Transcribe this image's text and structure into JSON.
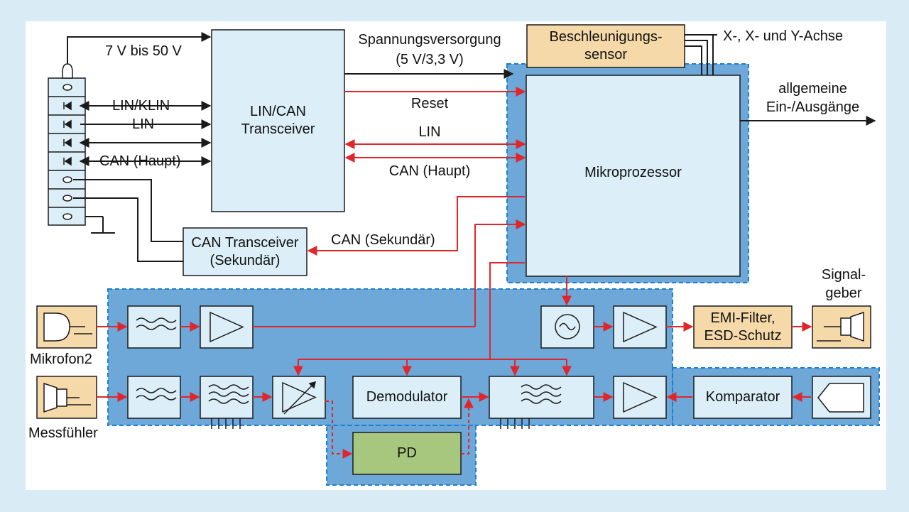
{
  "colors": {
    "background": "#d9ecf5",
    "panel": "#ffffff",
    "module_fill": "#6ea8d8",
    "module_border": "#1b7fd0",
    "block_fill": "#dceef8",
    "peripheral_fill": "#f6d9a8",
    "pd_fill": "#a8c77e",
    "signal_red": "#e0262b",
    "wire_black": "#1a1a1a"
  },
  "labels": {
    "supply_in": "7 V bis 50 V",
    "power_supply_1": "Spannungsversorgung",
    "power_supply_2": "(5 V/3,3 V)",
    "reset": "Reset",
    "lin_bus": "LIN",
    "can_main_bus": "CAN (Haupt)",
    "can_secondary_bus": "CAN (Sekundär)",
    "lin_klin_pin": "LIN/KLIN",
    "lin_pin": "LIN",
    "can_main_pin": "CAN (Haupt)",
    "axes": "X-, X- und Y-Achse",
    "gpio_1": "allgemeine",
    "gpio_2": "Ein-/Ausgänge",
    "microphone": "Mikrofon2",
    "sensor_probe": "Messfühler",
    "speaker_1": "Signal-",
    "speaker_2": "geber"
  },
  "blocks": {
    "transceiver_1": "LIN/CAN",
    "transceiver_2": "Transceiver",
    "can_secondary_1": "CAN Transceiver",
    "can_secondary_2": "(Sekundär)",
    "accel_1": "Beschleunigungs-",
    "accel_2": "sensor",
    "microprocessor": "Mikroprozessor",
    "emi_1": "EMI-Filter,",
    "emi_2": "ESD-Schutz",
    "demodulator": "Demodulator",
    "comparator": "Komparator",
    "pd": "PD"
  }
}
